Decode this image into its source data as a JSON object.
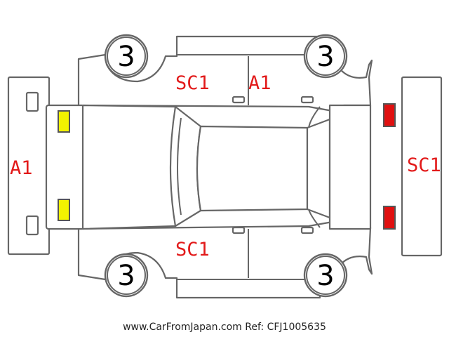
{
  "diagram": {
    "colors": {
      "outline": "#666666",
      "code_text": "#e21a1a",
      "front_lamp": "#f2f200",
      "rear_lamp": "#e01010",
      "tire_number": "#000000"
    },
    "tires": {
      "front_left": "3",
      "rear_left": "3",
      "front_right": "3",
      "rear_right": "3"
    },
    "damage_codes": {
      "front_bumper": "A1",
      "left_front_door": "SC1",
      "left_rear_door": "A1",
      "right_front_door": "SC1",
      "rear_bumper": "SC1"
    },
    "lamps": {
      "front": "yellow",
      "rear": "red"
    }
  },
  "footer": {
    "text": "www.CarFromJapan.com Ref: CFJ1005635"
  }
}
